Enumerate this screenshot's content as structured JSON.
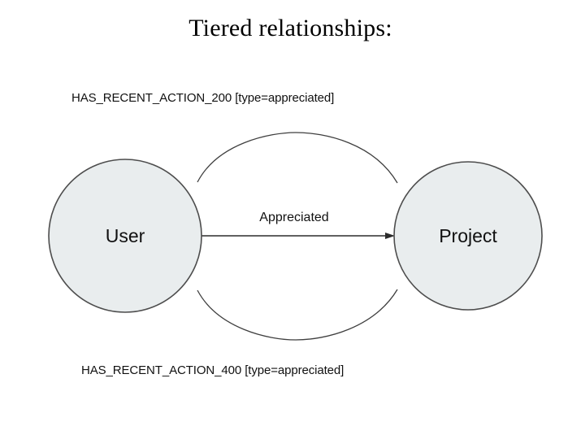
{
  "page": {
    "background_color": "#ffffff",
    "title": "Tiered relationships:"
  },
  "diagram": {
    "type": "graph",
    "node_fill_color": "#e9edee",
    "node_stroke_color": "#4d4d4d",
    "edge_color": "#3f3f3f",
    "nodes": [
      {
        "id": "user",
        "label": "User"
      },
      {
        "id": "project",
        "label": "Project"
      }
    ],
    "edges": [
      {
        "id": "edge-top",
        "from": "user",
        "to": "project",
        "label": "HAS_RECENT_ACTION_200 [type=appreciated]",
        "shape": "curve-up",
        "directed": false
      },
      {
        "id": "edge-middle",
        "from": "user",
        "to": "project",
        "label": "Appreciated",
        "shape": "straight",
        "directed": true
      },
      {
        "id": "edge-bottom",
        "from": "user",
        "to": "project",
        "label": "HAS_RECENT_ACTION_400 [type=appreciated]",
        "shape": "curve-down",
        "directed": false
      }
    ]
  }
}
